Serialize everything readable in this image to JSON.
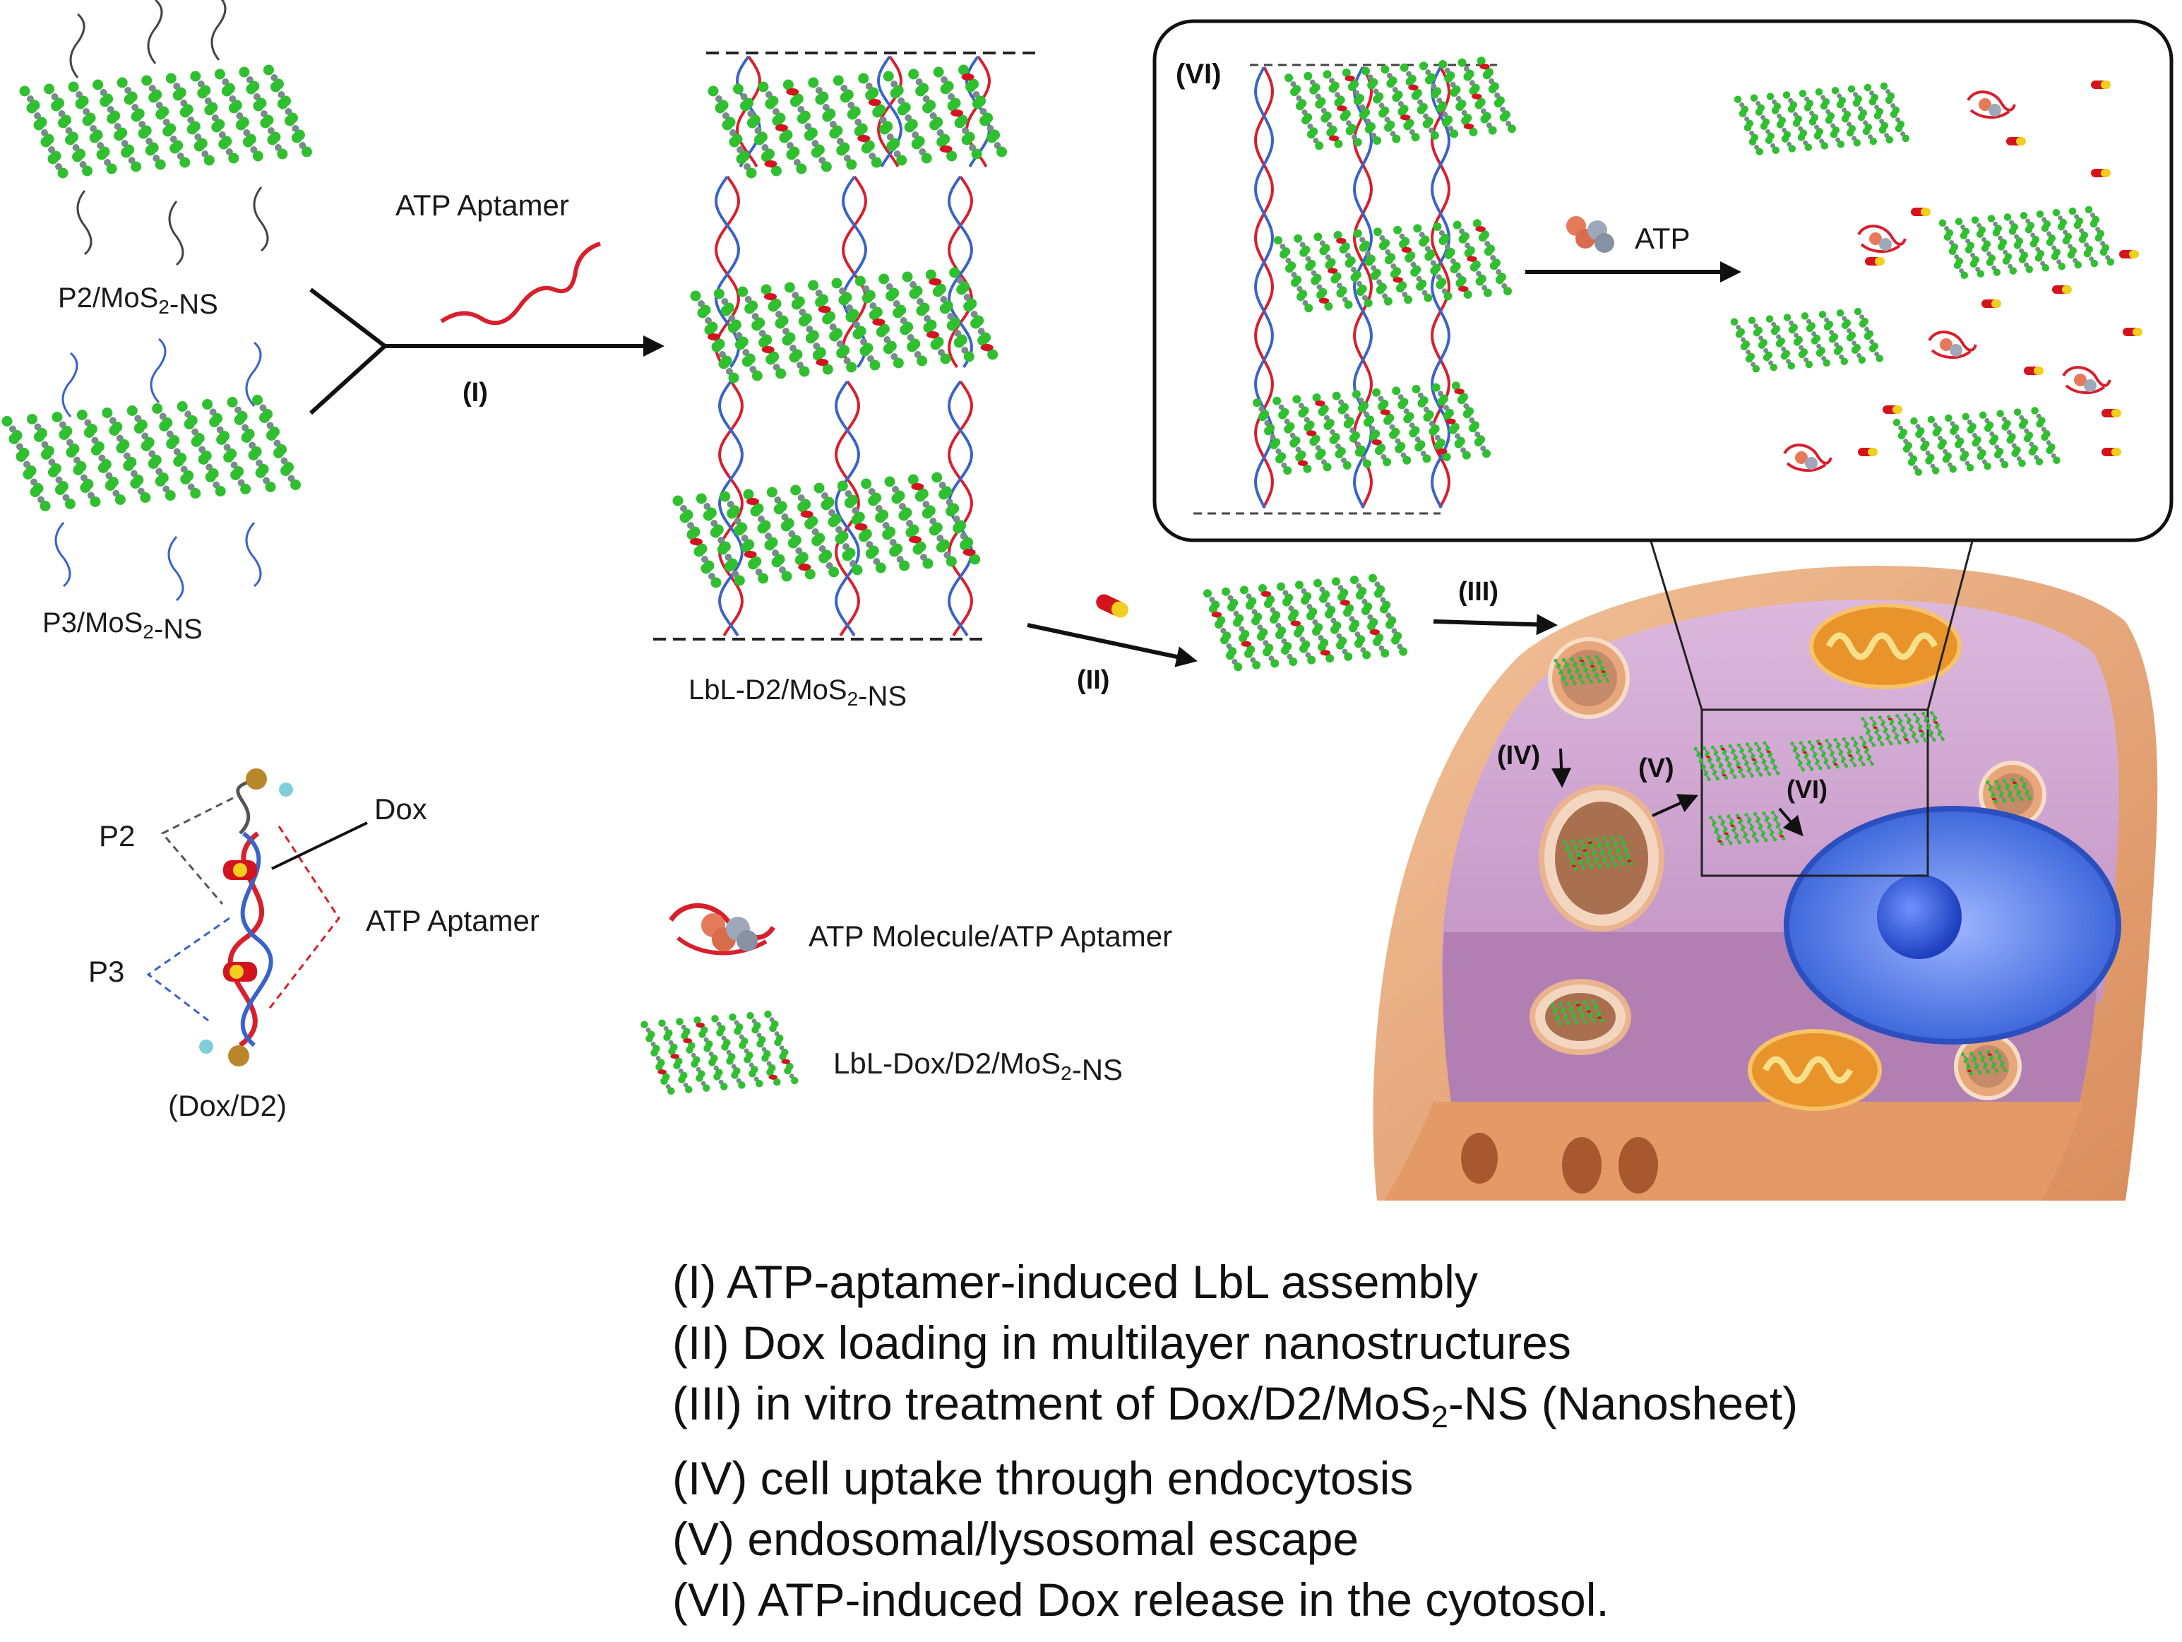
{
  "labels": {
    "p2_ns": "P2/MoS2-NS",
    "p3_ns": "P3/MoS2-NS",
    "atp_aptamer_top": "ATP Aptamer",
    "step_i": "(I)",
    "step_ii": "(II)",
    "step_iii": "(III)",
    "step_iv": "(IV)",
    "step_v": "(V)",
    "step_vi": "(VI)",
    "lbl_d2": "LbL-D2/MoS2-NS",
    "atp": "ATP",
    "dox": "Dox",
    "p2": "P2",
    "p3": "P3",
    "atp_aptamer": "ATP Aptamer",
    "dox_d2": "(Dox/D2)",
    "legend_atp": "ATP Molecule/ATP Aptamer",
    "legend_lbl": "LbL-Dox/D2/MoS2-NS"
  },
  "steps": [
    "(I) ATP-aptamer-induced LbL assembly",
    "(II) Dox loading in multilayer nanostructures",
    "(III) in vitro treatment of Dox/D2/MoS2-NS (Nanosheet)",
    "(IV) cell uptake through endocytosis",
    "(V) endosomal/lysosomal escape",
    "(VI) ATP-induced Dox release in the cyotosol."
  ],
  "colors": {
    "sulfur_green": "#2fbf2f",
    "mo_grey": "#7a8a8c",
    "dna_red": "#d81f2c",
    "dna_blue": "#3a63c9",
    "cell_membrane": "#e7a77a",
    "cytoplasm": "#c99ac8",
    "nucleus": "#3c6de0",
    "mitochondria": "#e8942a",
    "dox_red": "#d3141e",
    "dox_yellow": "#f2cf1d"
  },
  "icons": [
    "nanosheet-icon",
    "dna-helix-icon",
    "atp-molecule-icon",
    "dox-capsule-icon",
    "cell-icon",
    "arrow-icon"
  ]
}
